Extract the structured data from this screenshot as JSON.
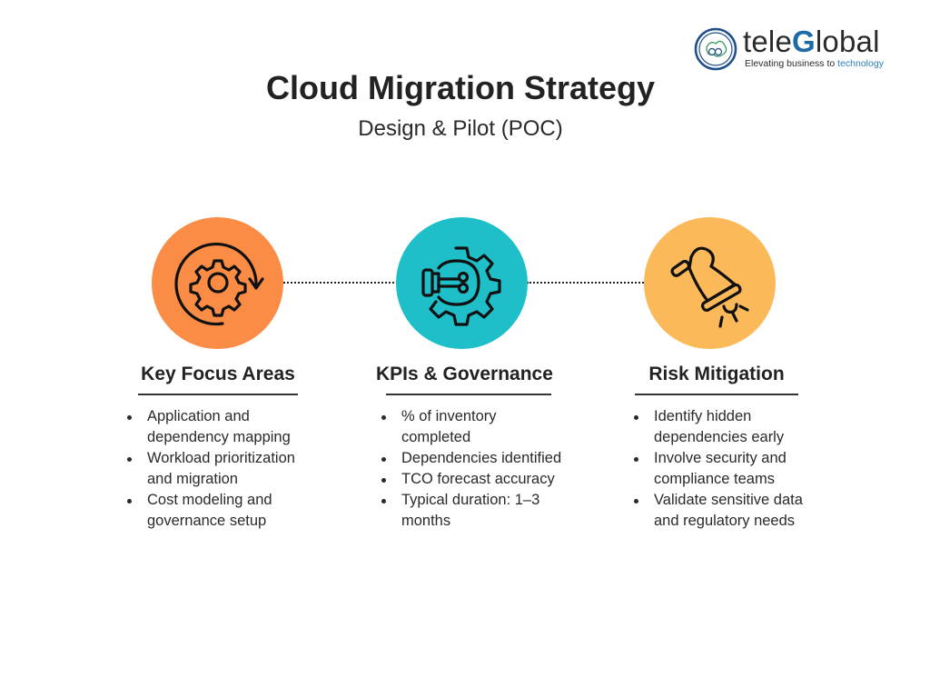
{
  "brand": {
    "name_prefix": "tele",
    "name_accent": "G",
    "name_suffix": "lobal",
    "tagline_prefix": "Elevating business to ",
    "tagline_accent": "technology",
    "accent_color": "#1e6aa6"
  },
  "header": {
    "title": "Cloud Migration Strategy",
    "subtitle": "Design & Pilot (POC)"
  },
  "steps": [
    {
      "icon": "gear-cycle-icon",
      "color": "#fa8c46",
      "title": "Key Focus Areas",
      "items": [
        "Application and dependency mapping",
        "Workload prioritization and migration",
        "Cost modeling and governance setup"
      ]
    },
    {
      "icon": "lightbulb-gear-icon",
      "color": "#1fbfc9",
      "title": "KPIs & Governance",
      "items": [
        "% of inventory completed",
        "Dependencies identified",
        "TCO forecast accuracy",
        "Typical duration: 1–3 months"
      ]
    },
    {
      "icon": "alarm-bell-icon",
      "color": "#fbb95a",
      "title": "Risk Mitigation",
      "items": [
        "Identify hidden dependencies early",
        "Involve security and compliance teams",
        "Validate sensitive data and regulatory needs"
      ]
    }
  ]
}
